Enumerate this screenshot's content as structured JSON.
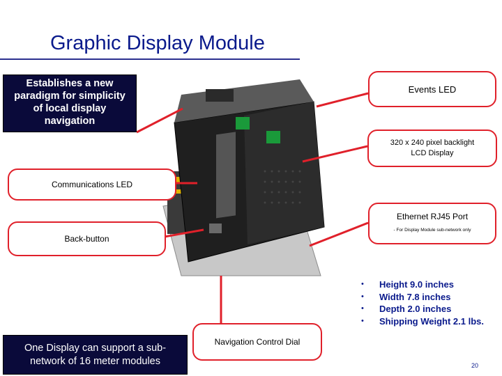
{
  "slide": {
    "title": "Graphic Display Module",
    "page_number": "20"
  },
  "boxes": {
    "intro_line1": "Establishes a new",
    "intro_line2": "paradigm for simplicity",
    "intro_line3": "of local display",
    "intro_line4": "navigation",
    "network_line1": "One Display can support a sub-",
    "network_line2": "network of 16 meter modules"
  },
  "callouts": {
    "events_led": "Events LED",
    "lcd_line1": "320 x 240 pixel backlight",
    "lcd_line2": "LCD Display",
    "comm_led": "Communications LED",
    "ethernet": "Ethernet RJ45 Port",
    "ethernet_note": "- For Display Module sub-network only",
    "back_button": "Back-button",
    "nav_dial": "Navigation Control Dial"
  },
  "specs": [
    "Height 9.0 inches",
    "Width 7.8 inches",
    "Depth 2.0 inches",
    "Shipping Weight 2.1 lbs."
  ],
  "colors": {
    "title": "#0a1a8c",
    "callout_border": "#e0202a",
    "dark_box": "#0a0a3a"
  }
}
